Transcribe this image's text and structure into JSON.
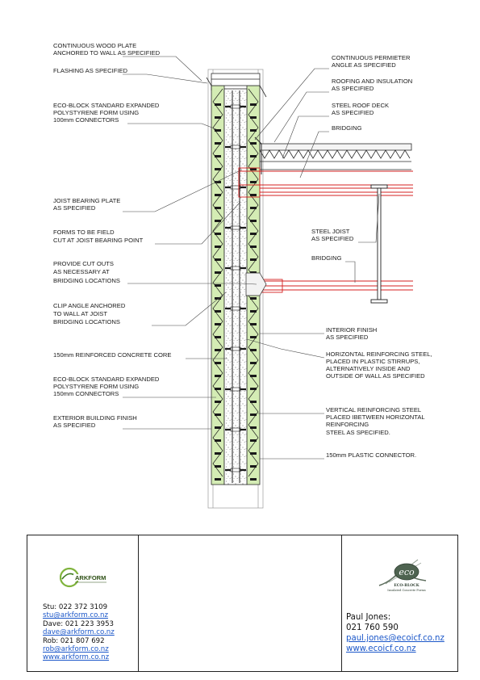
{
  "annotations_left": [
    "CONTINUOUS WOOD PLATE",
    "ANCHORED TO WALL AS SPECIFIED",
    "FLASHING AS SPECIFIED",
    "ECO-BLOCK STANDARD EXPANDED",
    "POLYSTYRENE FORM USING",
    "100mm CONNECTORS",
    "JOIST BEARING PLATE",
    "AS SPECIFIED",
    "FORMS TO BE FIELD",
    "CUT AT JOIST BEARING POINT",
    "PROVIDE CUT OUTS",
    "AS NECESSARY AT",
    "BRIDGING LOCATIONS",
    "CLIP ANGLE ANCHORED",
    "TO WALL AT JOIST",
    "BRIDGING LOCATIONS",
    "150mm REINFORCED CONCRETE CORE",
    "ECO-BLOCK STANDARD EXPANDED",
    "POLYSTYRENE FORM USING",
    "150mm CONNECTORS",
    "EXTERIOR BUILDING FINISH",
    "AS SPECIFIED"
  ],
  "annotations_right": [
    "CONTINUOUS PERMIETER",
    "ANGLE AS SPECIFIED",
    "ROOFING AND INSULATION",
    "AS SPECIFIED",
    "STEEL ROOF DECK",
    "AS SPECIFIED",
    "BRIDGING",
    "STEEL JOIST",
    "AS SPECIFIED",
    "BRIDGING",
    "INTERIOR FINISH",
    "AS SPECIFIED",
    "HORIZONTAL REINFORCING STEEL,",
    "PLACED IN PLASTIC STIRRUPS,",
    "ALTERNATIVELY INSIDE AND",
    "OUTSIDE OF WALL AS SPECIFIED",
    "VERTICAL REINFORCING STEEL",
    "PLACED IBETWEEN HORIZONTAL",
    "REINFORCING",
    "STEEL AS SPECIFIED.",
    "150mm PLASTIC CONNECTOR."
  ],
  "title_block": {
    "arkform_logo_text": "ARKFORM",
    "contacts_left": [
      {
        "text": "Stu:  022  372  3109",
        "link": false
      },
      {
        "text": "stu@arkform.co.nz",
        "link": true
      },
      {
        "text": "Dave:  021  223  3953",
        "link": false
      },
      {
        "text": "dave@arkform.co.nz",
        "link": true
      },
      {
        "text": "Rob:  021  807  692",
        "link": false
      },
      {
        "text": "rob@arkform.co.nz",
        "link": true
      },
      {
        "text": "www.arkform.co.nz",
        "link": true
      }
    ],
    "eco_logo_text": "eco",
    "eco_brand": "ECO-BLOCK",
    "eco_tagline": "Insulated Concrete Forms",
    "contacts_right": [
      {
        "text": "Paul  Jones:",
        "link": false
      },
      {
        "text": "021  760  590",
        "link": false
      },
      {
        "text": "paul.jones@ecoicf.co.nz",
        "link": true
      },
      {
        "text": "www.ecoicf.co.nz",
        "link": true
      }
    ]
  },
  "colors": {
    "insulation_green": "#d4ecb4",
    "steel_red": "#d42020",
    "line_dark": "#2a2a2a",
    "link_blue": "#1b57c9"
  }
}
